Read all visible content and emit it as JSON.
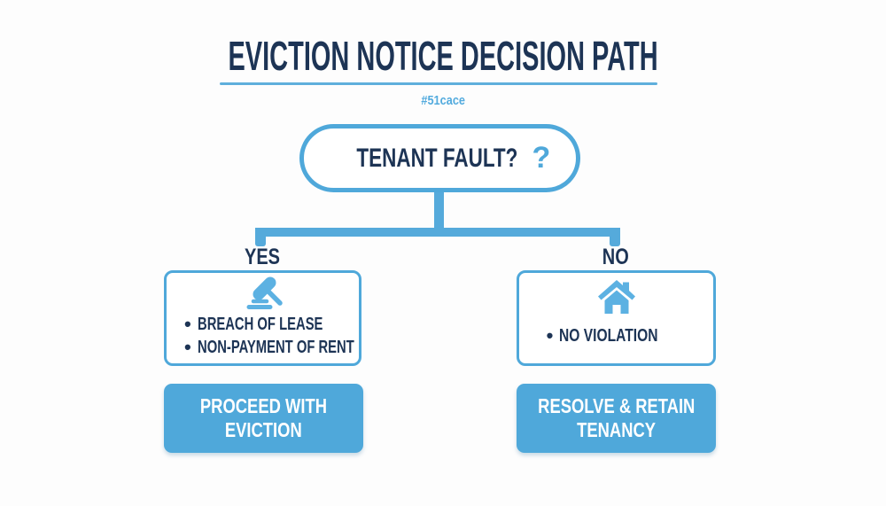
{
  "title": "EVICTION NOTICE DECISION PATH",
  "watermark": "#51cace",
  "root_question": {
    "label": "TENANT FAULT?",
    "question_mark": "?"
  },
  "branches": {
    "yes": {
      "label": "YES",
      "icon": "gavel-icon",
      "items": [
        "BREACH OF LEASE",
        "NON-PAYMENT OF RENT"
      ],
      "action": {
        "line1": "PROCEED WITH",
        "line2": "EVICTION"
      }
    },
    "no": {
      "label": "NO",
      "icon": "house-icon",
      "items": [
        "NO VIOLATION"
      ],
      "action": {
        "line1": "RESOLVE & RETAIN",
        "line2": "TENANCY"
      }
    }
  },
  "colors": {
    "accent_blue": "#4fa8da",
    "icon_blue": "#5cb1e2",
    "navy_text": "#1d3455",
    "underline_blue": "#5fafdc",
    "action_text": "#ffffff"
  }
}
